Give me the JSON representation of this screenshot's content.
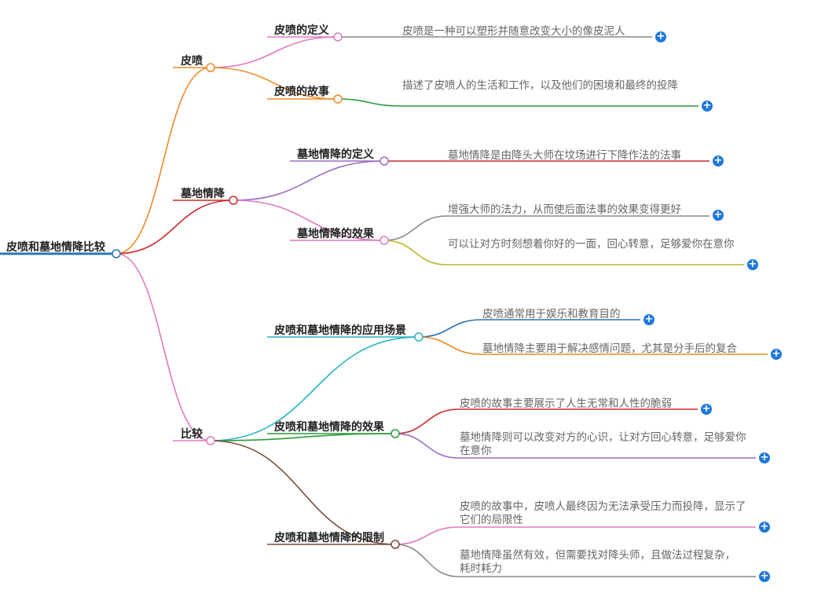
{
  "colors": {
    "orange": "#f08c28",
    "pink": "#e07ac2",
    "red": "#cc2b2b",
    "green": "#2c9a38",
    "purple": "#9a6cc6",
    "olive": "#b8b825",
    "cyan": "#27b3c4",
    "blue": "#2b74b4",
    "brown": "#7a4a3a",
    "gray": "#8a8a8a",
    "root": "#2b74b4",
    "expand": "#1f78d9"
  },
  "icons": {
    "expand": "plus-circle-icon",
    "node": "circle-node-icon"
  },
  "expand_symbol": "+",
  "root": {
    "label": "皮喷和墓地情降比较"
  },
  "branches": [
    {
      "label": "皮喷",
      "children": [
        {
          "label": "皮喷的定义",
          "leaves": [
            "皮喷是一种可以塑形并随意改变大小的像皮泥人"
          ]
        },
        {
          "label": "皮喷的故事",
          "leaves": [
            "描述了皮喷人的生活和工作，以及他们的困境和最终的投降"
          ]
        }
      ]
    },
    {
      "label": "墓地情降",
      "children": [
        {
          "label": "墓地情降的定义",
          "leaves": [
            "墓地情降是由降头大师在坟场进行下降作法的法事"
          ]
        },
        {
          "label": "墓地情降的效果",
          "leaves": [
            "增强大师的法力，从而使后面法事的效果变得更好",
            "可以让对方时刻想着你好的一面，回心转意，足够爱你在意你"
          ]
        }
      ]
    },
    {
      "label": "比较",
      "children": [
        {
          "label": "皮喷和墓地情降的应用场景",
          "leaves": [
            "皮喷通常用于娱乐和教育目的",
            "墓地情降主要用于解决感情问题，尤其是分手后的复合"
          ]
        },
        {
          "label": "皮喷和墓地情降的效果",
          "leaves": [
            "皮喷的故事主要展示了人生无常和人性的脆弱",
            "墓地情降则可以改变对方的心识，让对方回心转意，足够爱你在意你"
          ]
        },
        {
          "label": "皮喷和墓地情降的限制",
          "leaves": [
            "皮喷的故事中，皮喷人最终因为无法承受压力而投降，显示了它们的局限性",
            "墓地情降虽然有效，但需要找对降头师，且做法过程复杂，耗时耗力"
          ]
        }
      ]
    }
  ]
}
